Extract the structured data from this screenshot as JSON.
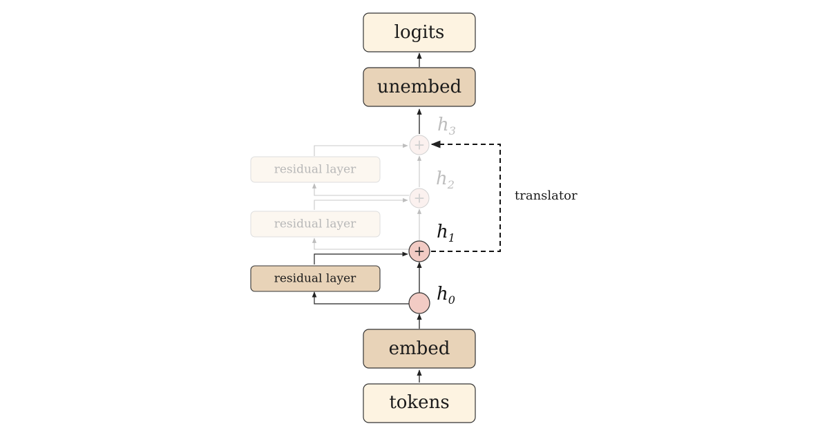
{
  "nodes": {
    "logits": "logits",
    "unembed": "unembed",
    "embed": "embed",
    "tokens": "tokens",
    "residual_layer_1": "residual layer",
    "residual_layer_2": "residual layer",
    "residual_layer_3": "residual layer"
  },
  "hidden_states": {
    "h0": {
      "base": "h",
      "sub": "0"
    },
    "h1": {
      "base": "h",
      "sub": "1"
    },
    "h2": {
      "base": "h",
      "sub": "2"
    },
    "h3": {
      "base": "h",
      "sub": "3"
    }
  },
  "sum_symbol": "+",
  "translator_label": "translator",
  "colors": {
    "light_box_fill": "#fdf3e1",
    "dark_box_fill": "#e8d3b8",
    "node_fill": "#f2cbc4",
    "faded_box_fill": "#fcf7f0",
    "faded_node_fill": "#fbf1ef",
    "stroke": "#333333",
    "faded_stroke": "#c8c8c8"
  }
}
